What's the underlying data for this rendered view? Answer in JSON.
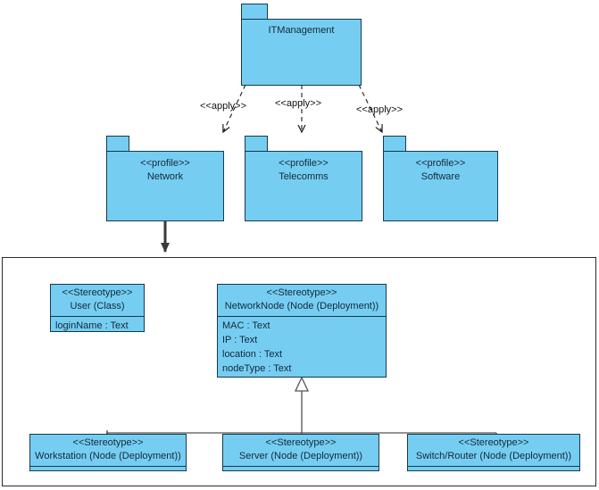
{
  "diagram": {
    "type": "uml-profile-application-diagram",
    "colors": {
      "node_fill": "#76cdf2",
      "node_border": "#15394f",
      "connector": "#555555",
      "container_border": "#2a2a2a",
      "text": "#132a38"
    }
  },
  "root_package": {
    "name": "ITManagement"
  },
  "dependencies": [
    {
      "label": "<<apply>>",
      "from": "ITManagement",
      "to": "Network"
    },
    {
      "label": "<<apply>>",
      "from": "ITManagement",
      "to": "Telecomms"
    },
    {
      "label": "<<apply>>",
      "from": "ITManagement",
      "to": "Software"
    }
  ],
  "profiles": [
    {
      "stereotype": "<<profile>>",
      "name": "Network"
    },
    {
      "stereotype": "<<profile>>",
      "name": "Telecomms"
    },
    {
      "stereotype": "<<profile>>",
      "name": "Software"
    }
  ],
  "profile_content": {
    "stereotypes": [
      {
        "keyword": "<<Stereotype>>",
        "name": "User (Class)",
        "attributes": [
          "loginName : Text"
        ]
      },
      {
        "keyword": "<<Stereotype>>",
        "name": "NetworkNode (Node (Deployment))",
        "attributes": [
          "MAC : Text",
          "IP : Text",
          "location : Text",
          "nodeType : Text"
        ]
      },
      {
        "keyword": "<<Stereotype>>",
        "name": "Workstation (Node (Deployment))",
        "attributes": []
      },
      {
        "keyword": "<<Stereotype>>",
        "name": "Server (Node (Deployment))",
        "attributes": []
      },
      {
        "keyword": "<<Stereotype>>",
        "name": "Switch/Router (Node (Deployment))",
        "attributes": []
      }
    ],
    "generalizations": [
      {
        "from": "Workstation (Node (Deployment))",
        "to": "NetworkNode (Node (Deployment))"
      },
      {
        "from": "Server (Node (Deployment))",
        "to": "NetworkNode (Node (Deployment))"
      },
      {
        "from": "Switch/Router (Node (Deployment))",
        "to": "NetworkNode (Node (Deployment))"
      }
    ]
  }
}
